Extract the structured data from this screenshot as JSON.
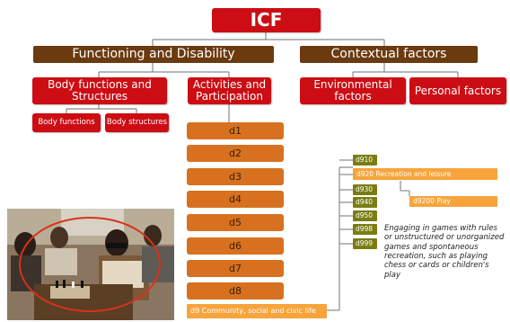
{
  "title": "ICF",
  "functioning": "Functioning and Disability",
  "contextual": "Contextual factors",
  "body_functions_structures": "Body functions and Structures",
  "activities": "Activities and Participation",
  "environmental": "Environmental factors",
  "personal": "Personal factors",
  "body_functions": "Body functions",
  "body_structures": "Body structures",
  "d_chapters": [
    "d1",
    "d2",
    "d3",
    "d4",
    "d5",
    "d6",
    "d7",
    "d8"
  ],
  "d9_label": "d9 Community, social and civic life",
  "d9_codes": {
    "d910": "d910",
    "d920": "d920 Recreation and leisure",
    "d930": "d930",
    "d940": "d940",
    "d950": "d950",
    "d998": "d998",
    "d999": "d999",
    "d9200": "d9200 Play"
  },
  "note": "Engaging in games with rules or unstructured or unorganized games and spontaneous recreation, such as playing chess or cards or children's play",
  "colors": {
    "red": "#cc0d14",
    "brown": "#6b3a0f",
    "orange": "#d7711f",
    "light_orange": "#f7a43c",
    "olive": "#7a7d12",
    "ellipse": "#d9321c"
  }
}
